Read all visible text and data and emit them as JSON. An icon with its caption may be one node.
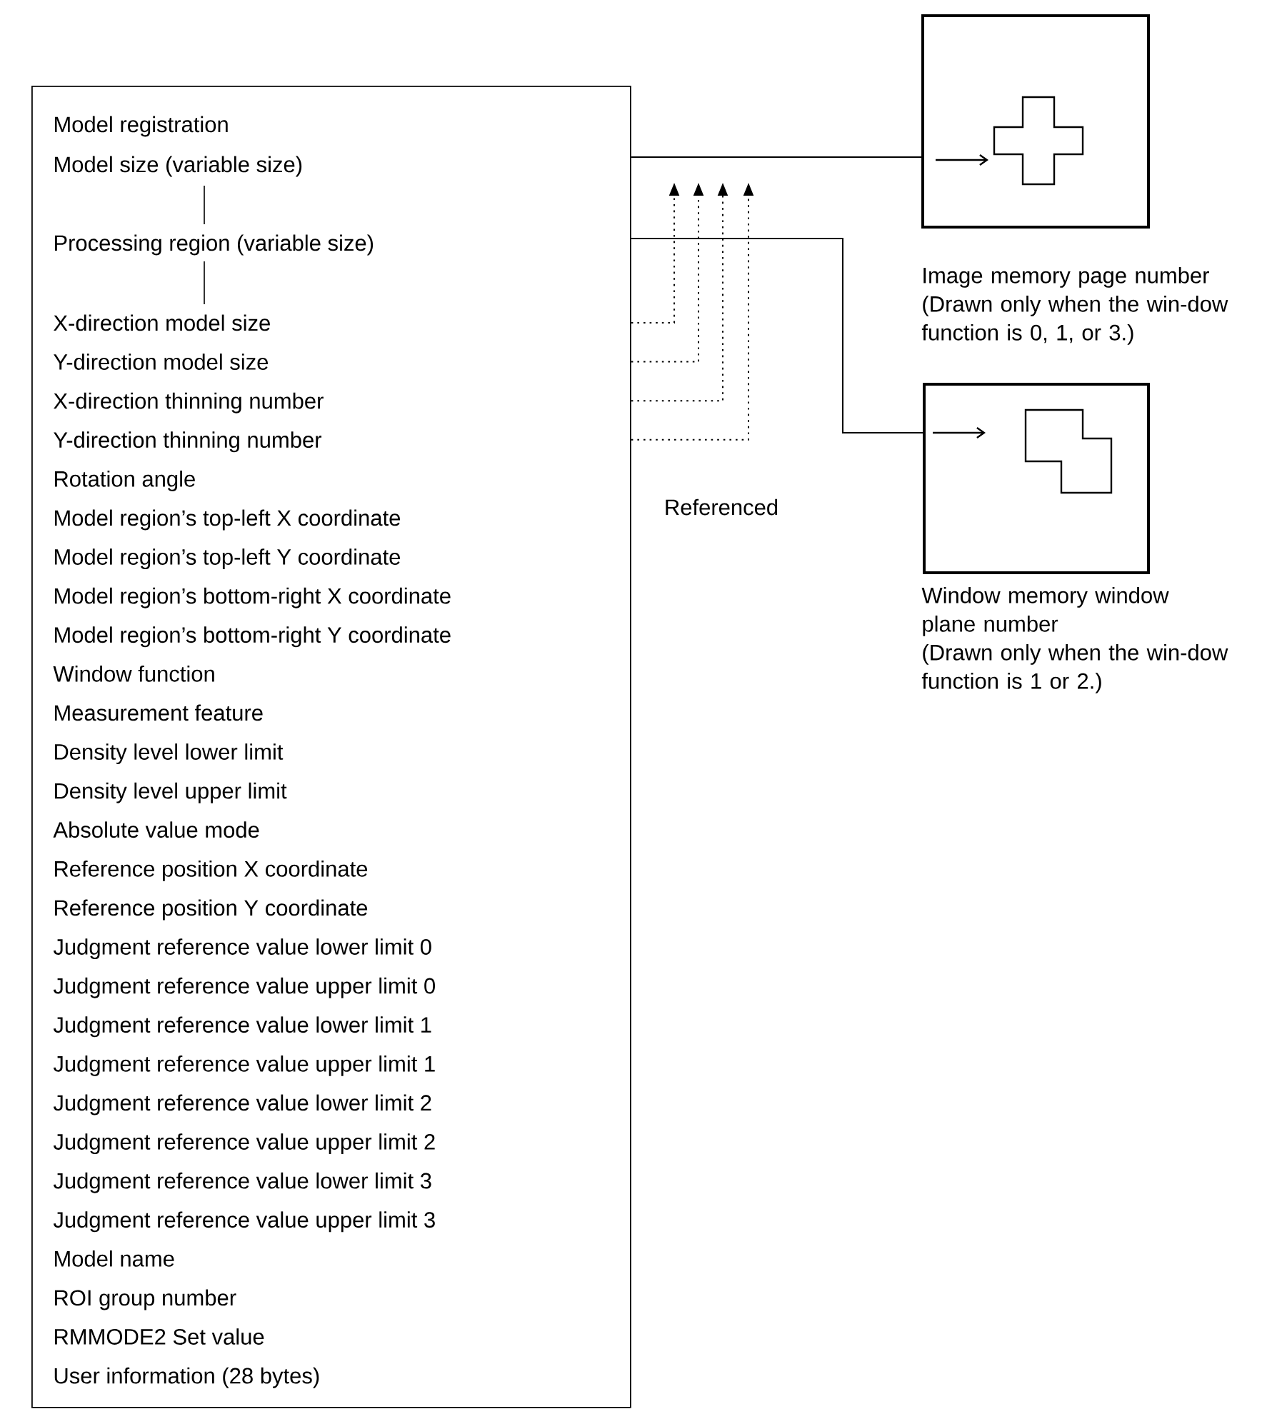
{
  "diagram": {
    "nodes": [
      {
        "text": [
          "Model registration",
          "Model size (variable size)",
          "Processing region (variable size)",
          "X-direction model size",
          "Y-direction model size",
          "X-direction thinning number",
          "Y-direction thinning number",
          "Rotation angle",
          "Model region’s top-left X coordinate",
          "Model region’s top-left Y coordinate",
          "Model region’s bottom-right X coordinate",
          "Model region’s bottom-right Y coordinate",
          "Window function",
          "Measurement feature",
          "Density level lower limit",
          "Density level upper limit",
          "Absolute value mode",
          "Reference position X coordinate",
          "Reference position Y coordinate",
          "Judgment reference value lower limit 0",
          "Judgment reference value upper limit 0",
          "Judgment reference value lower limit 1",
          "Judgment reference value upper limit 1",
          "Judgment reference value lower limit 2",
          "Judgment reference value upper limit 2",
          "Judgment reference value lower limit 3",
          "Judgment reference value upper limit 3",
          "Model name",
          "ROI group number",
          "RMMODE2 Set value",
          "User information (28 bytes)"
        ]
      },
      {
        "text": [],
        "shape": "picture",
        "beside": [
          "Image memory page number",
          "(Drawn only when the win-dow function is 0, 1, or 3.)"
        ]
      },
      {
        "text": [],
        "shape": "picture",
        "beside": [
          "Window memory window plane number",
          "(Drawn only when the win-dow function is 1 or 2.)"
        ]
      }
    ],
    "edges": [
      {
        "from": 0,
        "to": 1,
        "arrow": "none"
      },
      {
        "from": 0,
        "to": 2,
        "arrow": "none"
      },
      {
        "from": 0,
        "to": null,
        "arrow": "to",
        "style": "dashed"
      },
      {
        "from": 0,
        "to": null,
        "arrow": "to",
        "style": "dashed"
      },
      {
        "from": 0,
        "to": null,
        "arrow": "to",
        "style": "dashed"
      },
      {
        "from": 0,
        "to": null,
        "arrow": "to",
        "style": "dashed"
      }
    ],
    "labels": [
      "Referenced"
    ]
  }
}
